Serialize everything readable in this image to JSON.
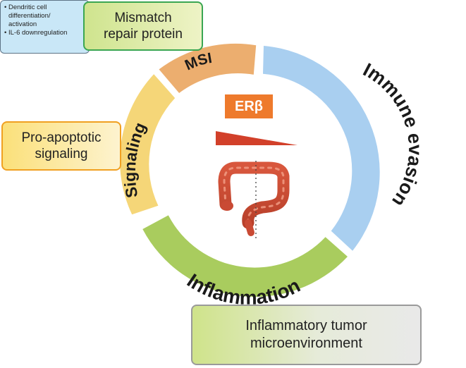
{
  "ring": {
    "msi": "MSI",
    "immune": "Immune evasion",
    "inflammation": "Inflammation",
    "signaling": "Signaling"
  },
  "center": {
    "badge": "ERβ"
  },
  "boxes": {
    "mmr": {
      "line1": "Mismatch",
      "line2": "repair protein"
    },
    "proapop": {
      "line1": "Pro-apoptotic",
      "line2": "signaling"
    },
    "inflam": {
      "line1": "Inflammatory tumor",
      "line2": "microenvironment"
    },
    "immune": {
      "bullets": [
        "Dendritic cell",
        "differentiation/",
        "activation",
        "IL-6 downregulation"
      ]
    }
  },
  "colors": {
    "msi": "#ecae6f",
    "immune": "#a9cff0",
    "inflammation": "#a9cc5e",
    "signaling": "#f5d678",
    "badge": "#ee7a2c",
    "wedge": "#d2402a"
  }
}
